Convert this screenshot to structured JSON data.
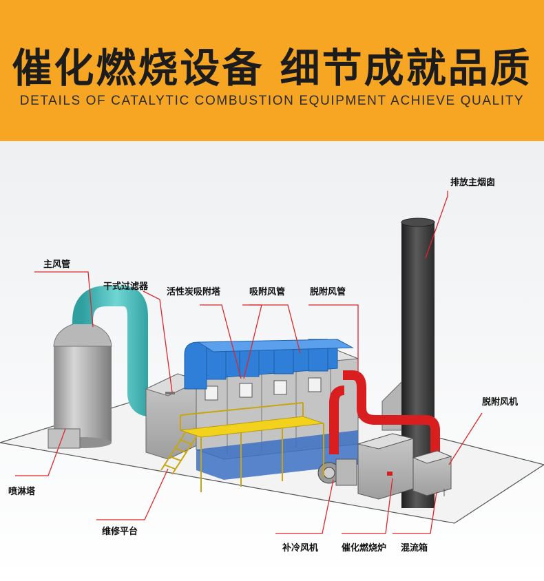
{
  "header": {
    "title": "催化燃烧设备 细节成就品质",
    "subtitle": "DETAILS OF CATALYTIC COMBUSTION EQUIPMENT ACHIEVE QUALITY"
  },
  "labels": {
    "main_chimney": "排放主烟囱",
    "main_duct": "主风管",
    "dry_filter": "干式过滤器",
    "carbon_tower": "活性炭吸附塔",
    "adsorption_duct": "吸附风管",
    "desorption_duct": "脱附风管",
    "desorption_fan": "脱附风机",
    "spray_tower": "喷淋塔",
    "maintenance_platform": "维修平台",
    "cooling_fan": "补冷风机",
    "catalytic_furnace": "催化燃烧炉",
    "mixing_box": "混流箱"
  },
  "colors": {
    "banner": "#f6a623",
    "leader_line": "#e0242a",
    "adsorption_duct": "#2f7fd8",
    "desorption_duct": "#d81e1e",
    "main_duct": "#3fb8b8",
    "platform": "#f2d21c",
    "chimney": "#3a3a3a"
  }
}
